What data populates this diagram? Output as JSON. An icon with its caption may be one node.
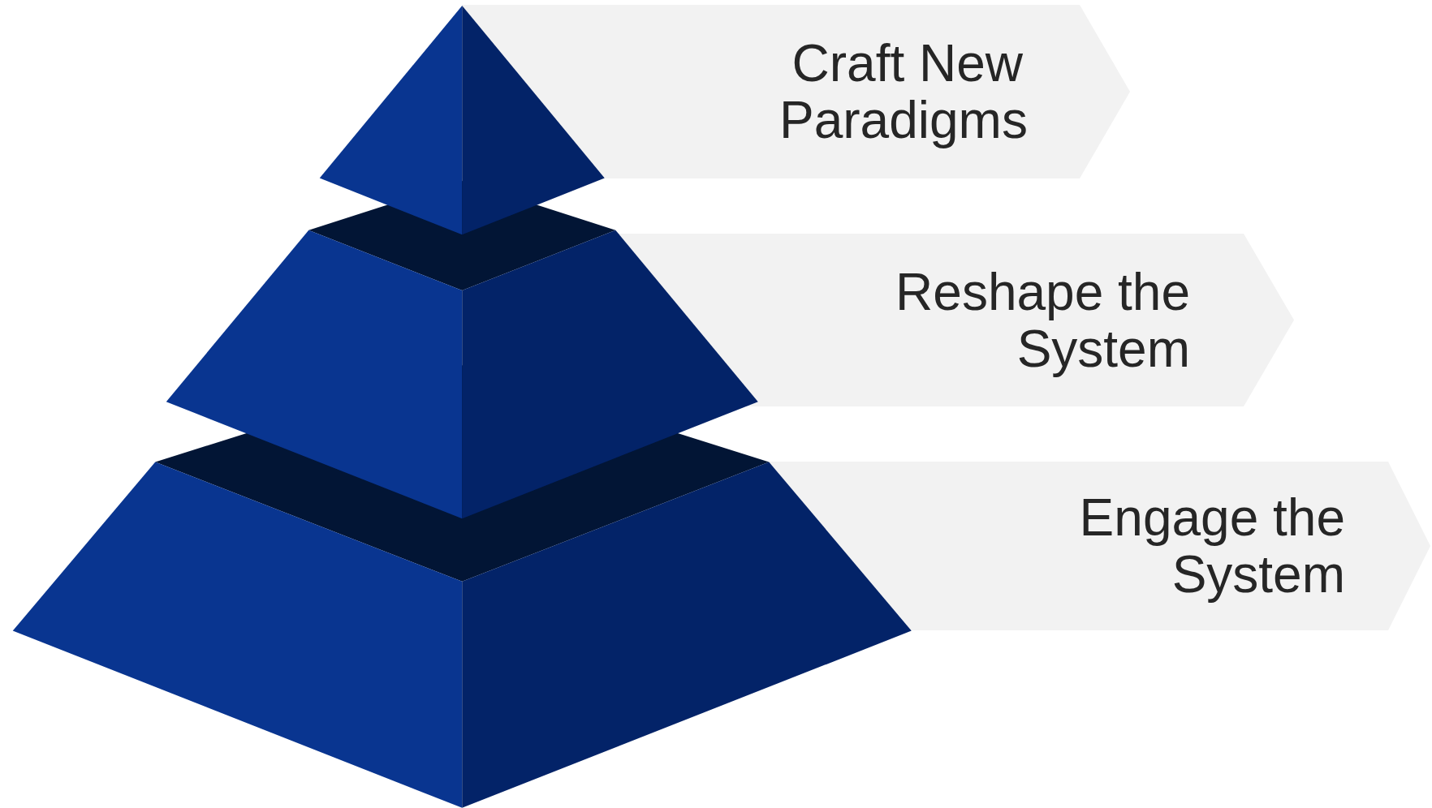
{
  "diagram": {
    "nodes": [
      {
        "text": [
          "Craft New Paradigms"
        ]
      },
      {
        "text": [
          "Reshape the System"
        ]
      },
      {
        "text": [
          "Engage the System"
        ]
      }
    ]
  }
}
